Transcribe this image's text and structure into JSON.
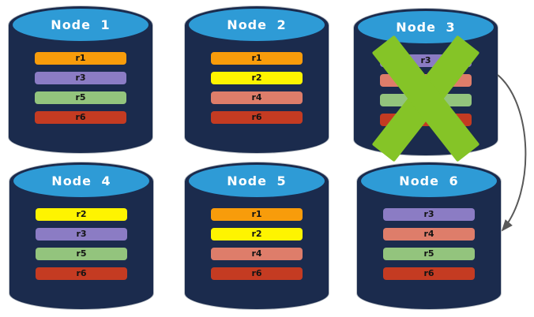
{
  "colors": {
    "cylinder_body": "#1B2B4D",
    "cylinder_top": "#2E9BD6",
    "x_mark": "#85C427",
    "arrow": "#595959"
  },
  "nodes": [
    {
      "title": "Node 1",
      "crossed_out": false,
      "bars": [
        {
          "label": "r1",
          "color": "#F89C0B"
        },
        {
          "label": "r3",
          "color": "#8B7CC4"
        },
        {
          "label": "r5",
          "color": "#93C47D"
        },
        {
          "label": "r6",
          "color": "#C43B22"
        }
      ]
    },
    {
      "title": "Node 2",
      "crossed_out": false,
      "bars": [
        {
          "label": "r1",
          "color": "#F89C0B"
        },
        {
          "label": "r2",
          "color": "#FEF400"
        },
        {
          "label": "r4",
          "color": "#DE7D6A"
        },
        {
          "label": "r6",
          "color": "#C43B22"
        }
      ]
    },
    {
      "title": "Node 3",
      "crossed_out": true,
      "bars": [
        {
          "label": "r3",
          "color": "#8B7CC4"
        },
        {
          "label": "r4",
          "color": "#DE7D6A"
        },
        {
          "label": "r5",
          "color": "#93C47D"
        },
        {
          "label": "r6",
          "color": "#C43B22"
        }
      ]
    },
    {
      "title": "Node 4",
      "crossed_out": false,
      "bars": [
        {
          "label": "r2",
          "color": "#FEF400"
        },
        {
          "label": "r3",
          "color": "#8B7CC4"
        },
        {
          "label": "r5",
          "color": "#93C47D"
        },
        {
          "label": "r6",
          "color": "#C43B22"
        }
      ]
    },
    {
      "title": "Node 5",
      "crossed_out": false,
      "bars": [
        {
          "label": "r1",
          "color": "#F89C0B"
        },
        {
          "label": "r2",
          "color": "#FEF400"
        },
        {
          "label": "r4",
          "color": "#DE7D6A"
        },
        {
          "label": "r6",
          "color": "#C43B22"
        }
      ]
    },
    {
      "title": "Node 6",
      "crossed_out": false,
      "bars": [
        {
          "label": "r3",
          "color": "#8B7CC4"
        },
        {
          "label": "r4",
          "color": "#DE7D6A"
        },
        {
          "label": "r5",
          "color": "#93C47D"
        },
        {
          "label": "r6",
          "color": "#C43B22"
        }
      ]
    }
  ]
}
